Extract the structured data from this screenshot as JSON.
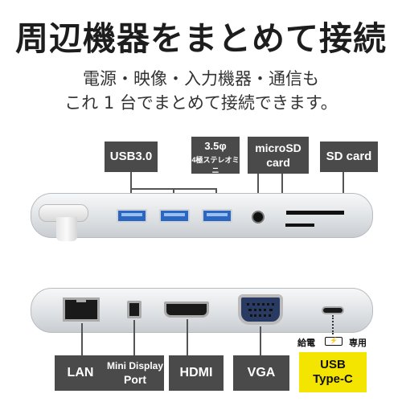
{
  "title": "周辺機器をまとめて接続",
  "subtitle_line1": "電源・映像・入力機器・通信も",
  "subtitle_line2": "これ 1 台でまとめて接続できます。",
  "top_labels": {
    "usb": "USB3.0",
    "audio_line1": "3.5φ",
    "audio_line2": "4極ステレオミニ",
    "microsd_line1": "microSD",
    "microsd_line2": "card",
    "sd": "SD card"
  },
  "bottom_labels": {
    "lan": "LAN",
    "minidp_line1": "Mini Display",
    "minidp_line2": "Port",
    "hdmi": "HDMI",
    "vga": "VGA",
    "power_note_left": "給電",
    "power_note_right": "専用",
    "usbc_line1": "USB",
    "usbc_line2": "Type-C"
  },
  "colors": {
    "label_bg": "#4a4a4a",
    "highlight": "#f3e500",
    "usb_port": "#2b66c2"
  },
  "icons": [
    "usb-a-port",
    "audio-jack",
    "microsd-slot",
    "sd-slot",
    "ethernet-port",
    "mini-displayport",
    "hdmi-port",
    "vga-port",
    "usb-c-port",
    "charging-icon"
  ]
}
